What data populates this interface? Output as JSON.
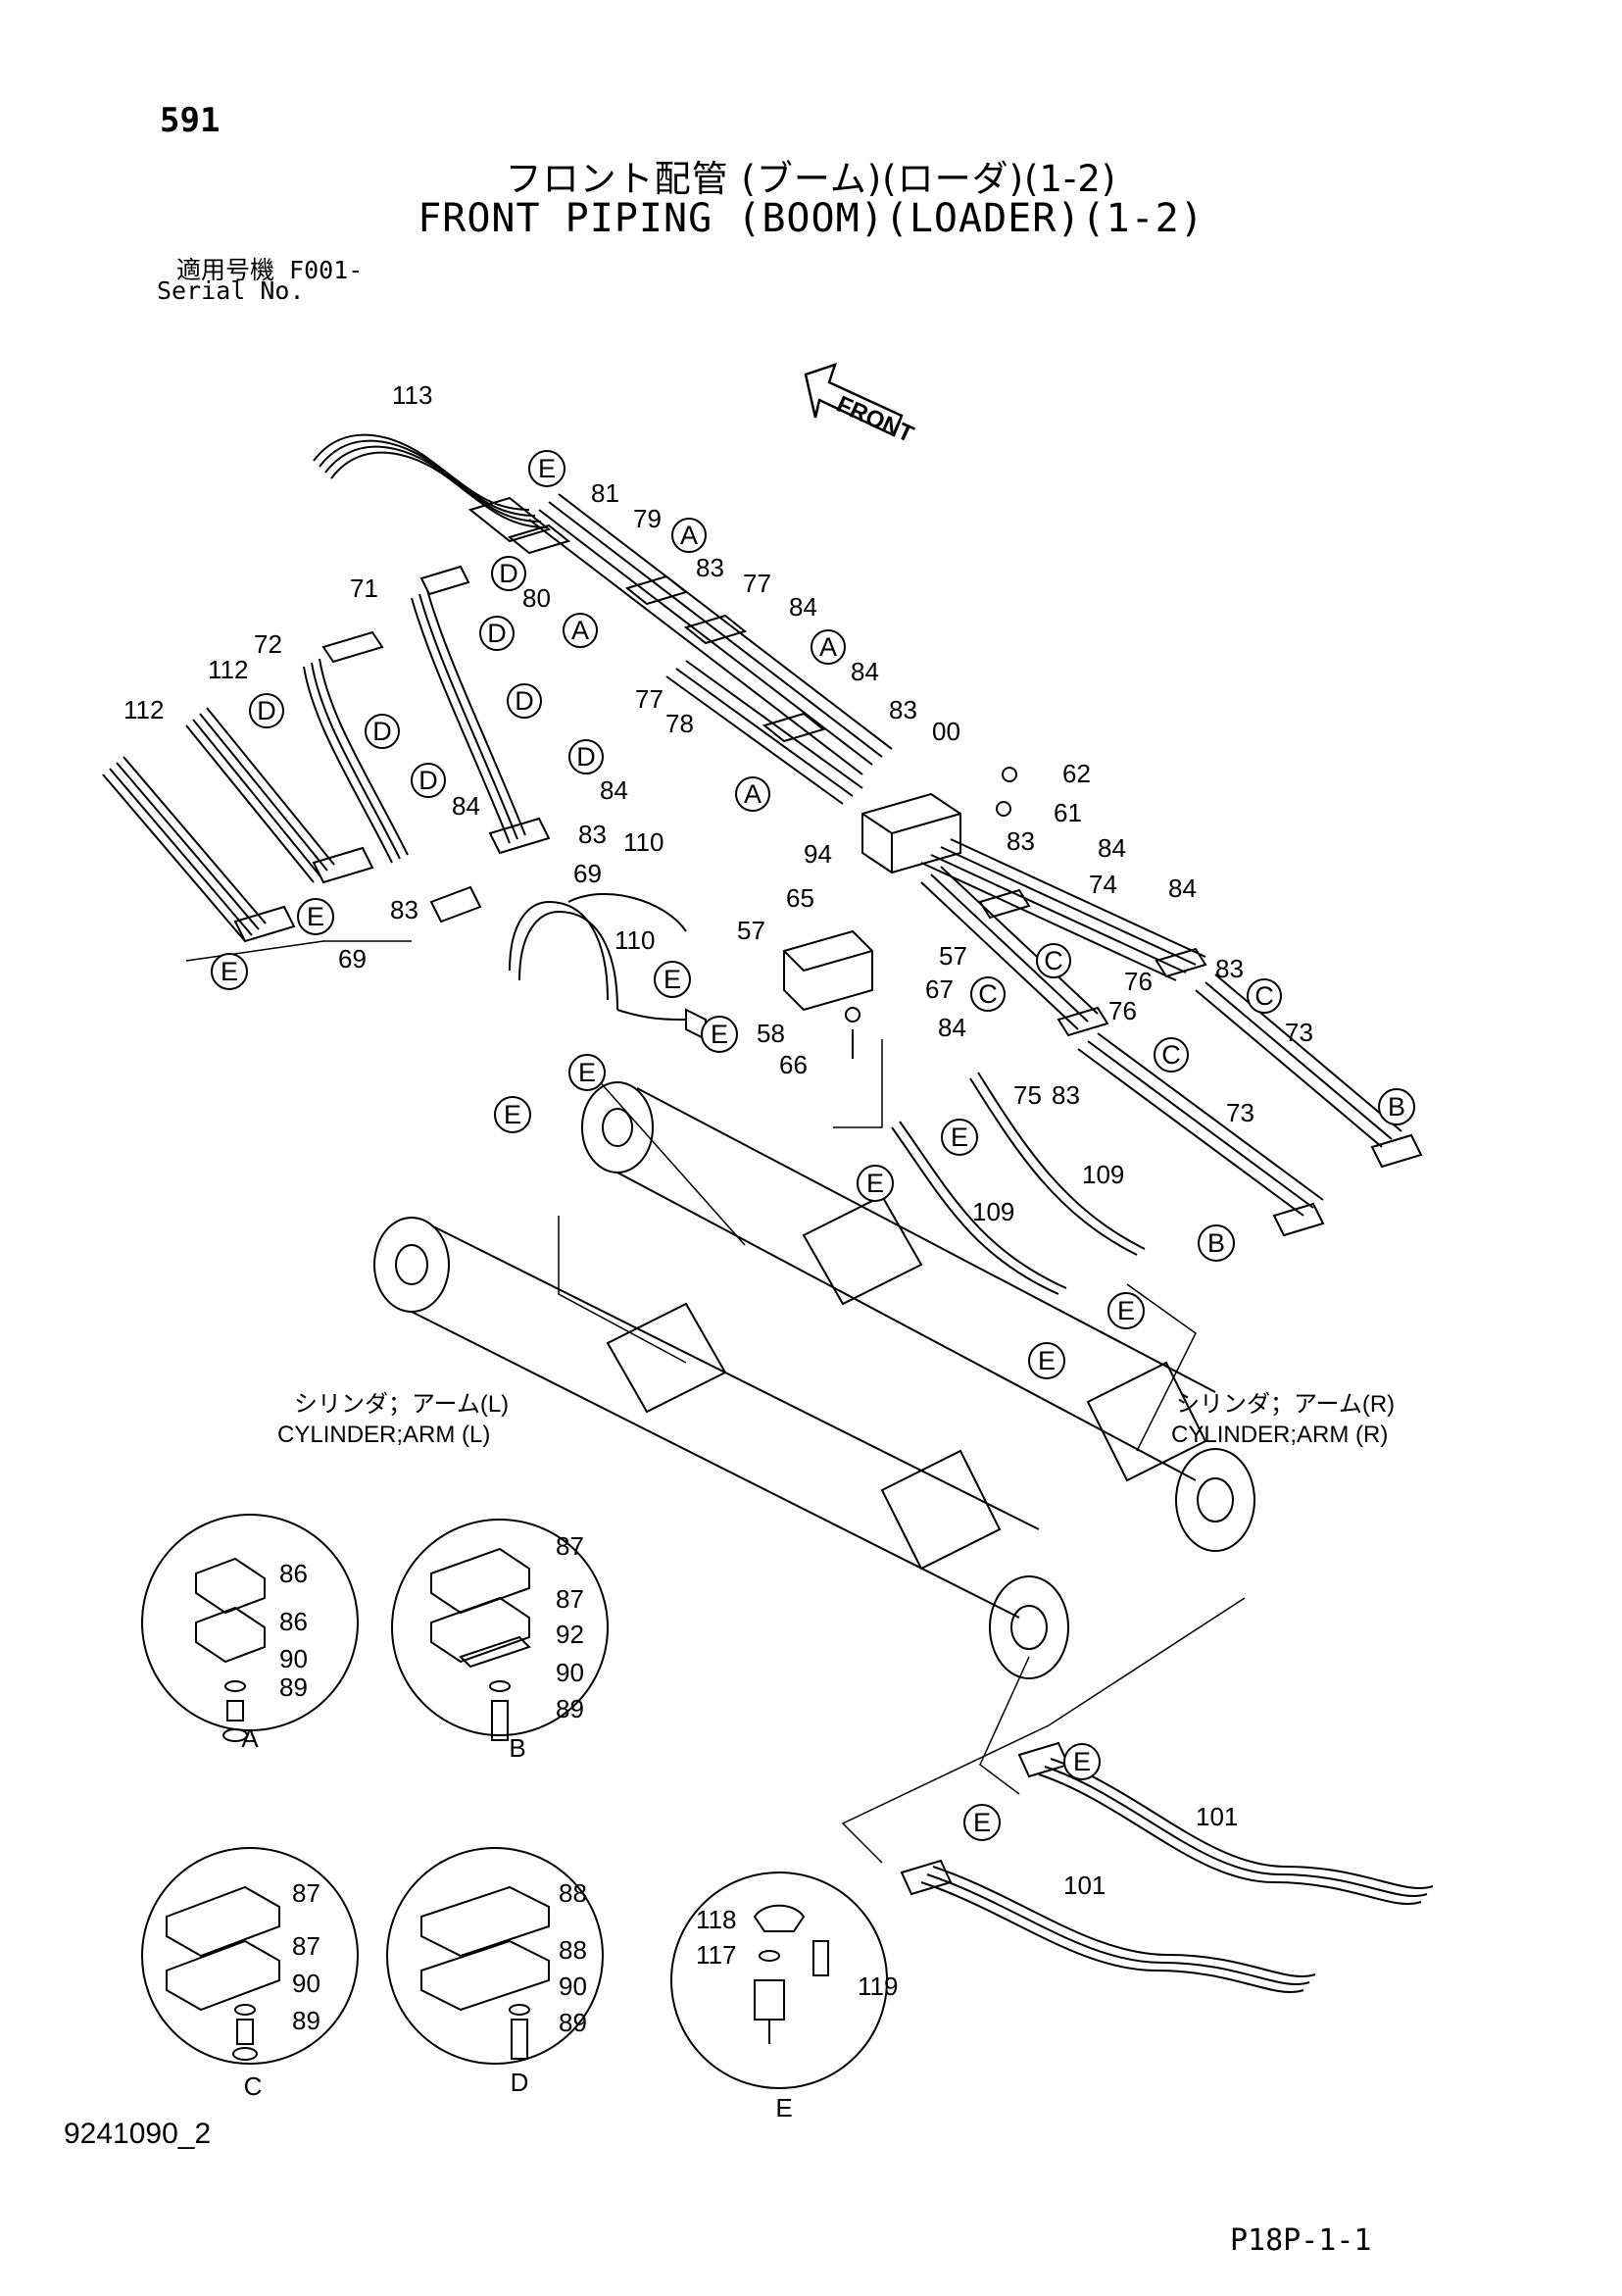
{
  "page_number": "591",
  "title_jp": "フロント配管 (ブーム)(ローダ)(1-2)",
  "title_en": "FRONT PIPING (BOOM)(LOADER)(1-2)",
  "serial_label_jp": "適用号機 F001-",
  "serial_label_en": "Serial No.",
  "front_arrow_label": "FRONT",
  "cylinder_left": {
    "jp": "シリンダ；アーム(L)",
    "en": "CYLINDER;ARM (L)"
  },
  "cylinder_right": {
    "jp": "シリンダ；アーム(R)",
    "en": "CYLINDER;ARM (R)"
  },
  "detail_labels": {
    "a": "A",
    "b": "B",
    "c": "C",
    "d": "D",
    "e": "E"
  },
  "doc_number": "9241090_2",
  "page_code": "P18P-1-1",
  "part_numbers": {
    "p113": "113",
    "p81": "81",
    "p79": "79",
    "p83": "83",
    "p77": "77",
    "p84": "84",
    "p71": "71",
    "p72": "72",
    "p80": "80",
    "p112": "112",
    "p78": "78",
    "p00": "00",
    "p62": "62",
    "p61": "61",
    "p110": "110",
    "p69": "69",
    "p94": "94",
    "p65": "65",
    "p57": "57",
    "p67": "67",
    "p58": "58",
    "p66": "66",
    "p74": "74",
    "p76": "76",
    "p73": "73",
    "p75": "75",
    "p109": "109",
    "p86": "86",
    "p90": "90",
    "p89": "89",
    "p87": "87",
    "p92": "92",
    "p88": "88",
    "p118": "118",
    "p117": "117",
    "p119": "119",
    "p101": "101"
  },
  "colors": {
    "line": "#000000",
    "background": "#ffffff"
  }
}
